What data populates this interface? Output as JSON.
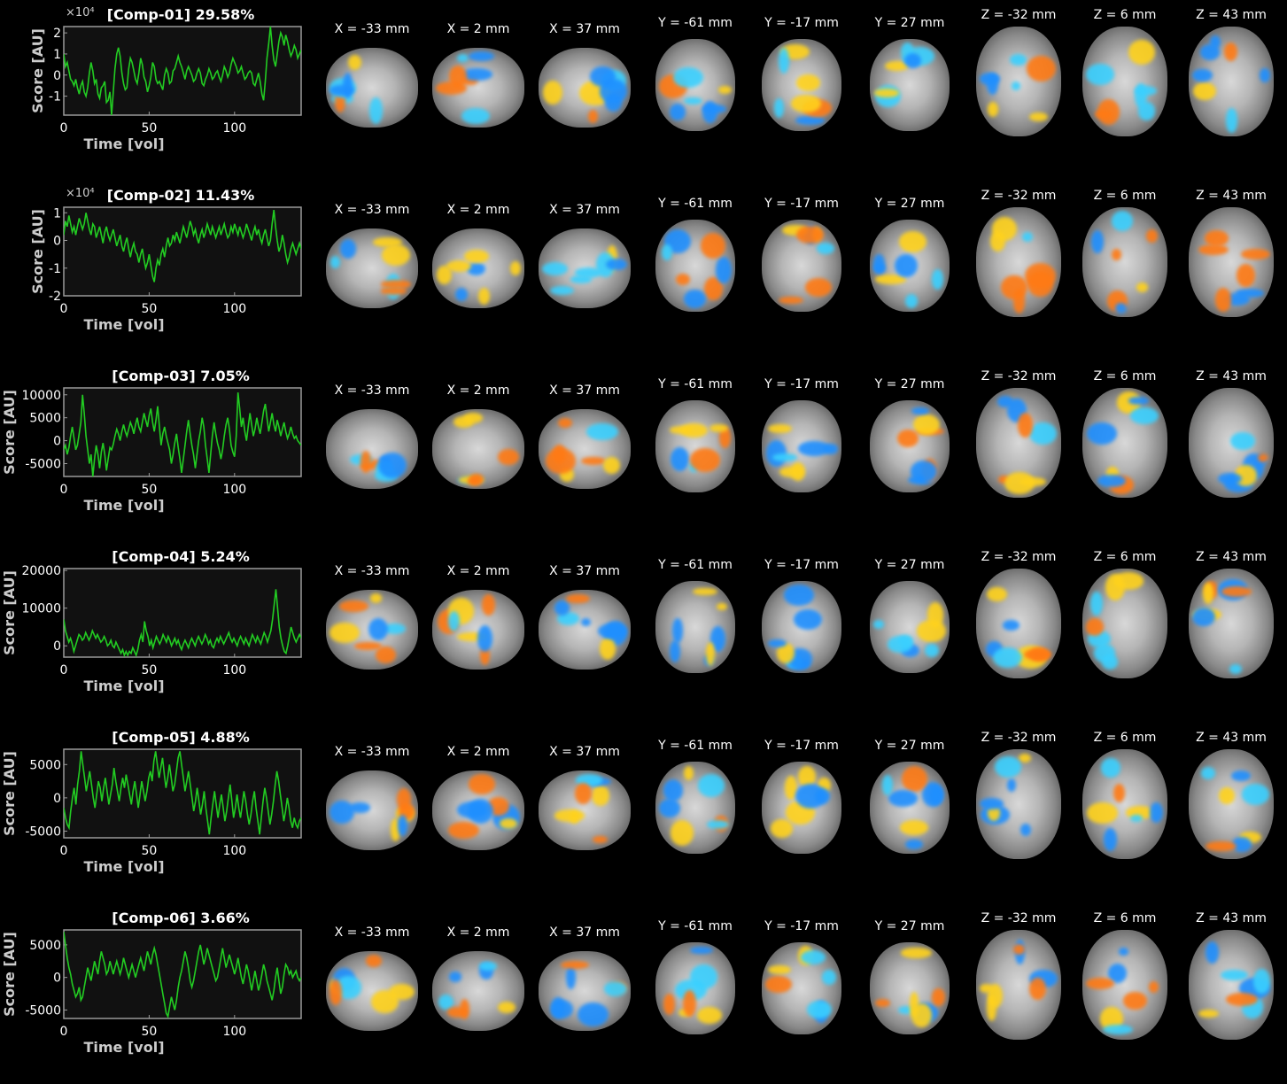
{
  "chart_data": [
    {
      "type": "line",
      "title": "[Comp-01] 29.58%",
      "xlabel": "Time [vol]",
      "ylabel": "Score [AU]",
      "y_exponent_label": "×10⁴",
      "xlim": [
        0,
        139
      ],
      "ylim": [
        -1.9,
        2.3
      ],
      "xticks": [
        0,
        50,
        100
      ],
      "yticks": [
        2,
        1,
        0,
        -1
      ],
      "series_color": "#22cc22",
      "background": "#111111",
      "y": [
        1.0,
        0.4,
        0.6,
        0.2,
        -0.2,
        -0.3,
        -0.5,
        -0.2,
        -0.6,
        -0.9,
        -0.5,
        -0.3,
        -0.8,
        -1.0,
        -0.6,
        0.1,
        0.6,
        0.2,
        -0.4,
        -0.2,
        -0.9,
        -1.1,
        -0.6,
        -0.5,
        -0.3,
        -1.3,
        -1.2,
        -0.8,
        -1.9,
        -0.8,
        0.3,
        1.0,
        1.3,
        0.9,
        0.1,
        -0.4,
        -0.7,
        -0.6,
        0.3,
        0.8,
        0.6,
        0.2,
        -0.2,
        -0.4,
        0.1,
        0.8,
        0.5,
        -0.1,
        -0.3,
        -0.8,
        -0.5,
        -0.1,
        0.6,
        0.4,
        -0.2,
        -0.4,
        -0.3,
        -0.5,
        -0.7,
        0.0,
        0.3,
        0.1,
        -0.4,
        -0.3,
        0.2,
        0.3,
        0.6,
        0.9,
        0.6,
        0.4,
        0.1,
        -0.2,
        0.2,
        0.4,
        0.2,
        0.0,
        -0.3,
        -0.2,
        0.1,
        0.3,
        0.1,
        -0.4,
        -0.5,
        -0.2,
        0.0,
        0.3,
        0.1,
        -0.2,
        -0.1,
        0.1,
        0.2,
        -0.1,
        -0.3,
        0.0,
        0.4,
        0.2,
        -0.1,
        0.1,
        0.5,
        0.8,
        0.6,
        0.4,
        0.1,
        0.2,
        0.4,
        0.1,
        -0.2,
        -0.1,
        0.1,
        0.2,
        0.1,
        -0.4,
        -0.5,
        -0.2,
        0.1,
        -0.3,
        -0.9,
        -1.2,
        -0.3,
        0.8,
        1.5,
        2.3,
        1.4,
        0.7,
        0.4,
        1.0,
        1.6,
        2.0,
        1.8,
        1.4,
        1.9,
        1.6,
        1.2,
        0.9,
        1.1,
        1.4,
        1.2,
        0.8,
        1.0,
        1.2
      ]
    },
    {
      "type": "line",
      "title": "[Comp-02] 11.43%",
      "xlabel": "Time [vol]",
      "ylabel": "Score [AU]",
      "y_exponent_label": "×10⁴",
      "xlim": [
        0,
        139
      ],
      "ylim": [
        -2.0,
        1.2
      ],
      "xticks": [
        0,
        50,
        100
      ],
      "yticks": [
        1,
        0,
        -1,
        -2
      ],
      "series_color": "#22cc22",
      "background": "#111111",
      "y": [
        0.2,
        0.7,
        0.5,
        0.9,
        0.6,
        0.3,
        0.5,
        0.2,
        0.5,
        0.8,
        0.6,
        0.4,
        0.6,
        1.0,
        0.7,
        0.4,
        0.2,
        0.6,
        0.5,
        0.1,
        0.3,
        0.5,
        0.2,
        -0.1,
        0.3,
        0.5,
        0.2,
        0.0,
        0.2,
        0.4,
        0.1,
        -0.2,
        0.0,
        0.2,
        -0.2,
        -0.4,
        -0.1,
        0.1,
        -0.3,
        -0.6,
        -0.3,
        -0.1,
        -0.4,
        -0.5,
        -0.8,
        -0.5,
        -0.3,
        -0.7,
        -1.0,
        -0.8,
        -0.5,
        -0.9,
        -1.3,
        -1.5,
        -1.0,
        -0.7,
        -0.9,
        -0.5,
        -0.3,
        -0.6,
        -0.2,
        0.1,
        -0.2,
        -0.1,
        0.2,
        0.0,
        0.3,
        0.1,
        -0.1,
        0.2,
        0.5,
        0.3,
        0.1,
        0.4,
        0.7,
        0.5,
        0.2,
        0.4,
        0.1,
        -0.1,
        0.2,
        0.4,
        0.1,
        0.3,
        0.6,
        0.4,
        0.2,
        0.5,
        0.3,
        0.1,
        0.3,
        0.5,
        0.2,
        0.4,
        0.6,
        0.3,
        0.1,
        0.2,
        0.5,
        0.3,
        0.6,
        0.4,
        0.2,
        0.5,
        0.3,
        0.1,
        0.3,
        0.6,
        0.4,
        0.2,
        0.0,
        0.3,
        0.5,
        0.2,
        0.4,
        0.1,
        -0.1,
        0.2,
        0.4,
        0.1,
        -0.2,
        0.0,
        0.6,
        1.1,
        0.5,
        0.0,
        -0.4,
        -0.2,
        0.2,
        -0.1,
        -0.5,
        -0.8,
        -0.6,
        -0.3,
        -0.1,
        -0.3,
        -0.5,
        -0.3,
        -0.1,
        -0.3
      ]
    },
    {
      "type": "line",
      "title": "[Comp-03] 7.05%",
      "xlabel": "Time [vol]",
      "ylabel": "Score [AU]",
      "xlim": [
        0,
        139
      ],
      "ylim": [
        -7800,
        11500
      ],
      "xticks": [
        0,
        50,
        100
      ],
      "yticks": [
        10000,
        5000,
        0,
        -5000
      ],
      "series_color": "#22cc22",
      "background": "#111111",
      "y": [
        -2000,
        -1000,
        -3000,
        -1500,
        1000,
        3000,
        500,
        -2000,
        -1000,
        1500,
        4000,
        10000,
        6000,
        1000,
        -2000,
        -5000,
        -3000,
        -7800,
        -4000,
        -1000,
        -3000,
        -6000,
        -2500,
        -500,
        -3000,
        -6500,
        -4000,
        -1500,
        -2000,
        -800,
        1000,
        2500,
        1500,
        0,
        2000,
        3500,
        2000,
        1000,
        2500,
        4000,
        3000,
        1500,
        3500,
        5000,
        3000,
        2000,
        4000,
        6000,
        4500,
        3000,
        5500,
        7000,
        4000,
        2000,
        4500,
        7500,
        3000,
        -1000,
        1500,
        3000,
        1000,
        -500,
        -2000,
        -5000,
        -3000,
        -500,
        1500,
        -1500,
        -4000,
        -7000,
        -4000,
        -1000,
        2000,
        4500,
        1500,
        -1000,
        -3000,
        -6000,
        -3000,
        0,
        2000,
        5000,
        3000,
        -1000,
        -4000,
        -7000,
        -3000,
        1000,
        4000,
        1500,
        -500,
        -2000,
        -4000,
        -2000,
        1000,
        3500,
        5000,
        2500,
        -1000,
        -2500,
        -3500,
        1000,
        10500,
        7000,
        3000,
        5000,
        2000,
        0,
        3000,
        6000,
        3500,
        1000,
        2500,
        5000,
        3000,
        1500,
        4000,
        6500,
        8000,
        5000,
        2000,
        4000,
        6000,
        3500,
        2000,
        4500,
        3000,
        1000,
        2500,
        4000,
        2000,
        500,
        1500,
        3000,
        1500,
        500,
        1000,
        0,
        -500,
        -1000
      ]
    },
    {
      "type": "line",
      "title": "[Comp-04] 5.24%",
      "xlabel": "Time [vol]",
      "ylabel": "Score [AU]",
      "xlim": [
        0,
        139
      ],
      "ylim": [
        -3000,
        20500
      ],
      "xticks": [
        0,
        50,
        100
      ],
      "yticks": [
        20000,
        10000,
        0
      ],
      "series_color": "#22cc22",
      "background": "#111111",
      "y": [
        7000,
        4000,
        2500,
        1000,
        2000,
        500,
        -1500,
        0,
        1500,
        3000,
        2500,
        1500,
        2000,
        3500,
        2500,
        1500,
        2500,
        4000,
        3000,
        2000,
        3000,
        2000,
        1000,
        1500,
        2500,
        1500,
        0,
        500,
        1500,
        0,
        -500,
        1000,
        0,
        -1000,
        -2000,
        -1000,
        -2500,
        -1500,
        -2500,
        -1500,
        -2000,
        -500,
        -1500,
        -2500,
        -1000,
        1500,
        3000,
        1000,
        6500,
        4000,
        2500,
        0,
        1500,
        -500,
        1000,
        2500,
        1500,
        500,
        1500,
        3000,
        2000,
        1000,
        2500,
        1500,
        0,
        1000,
        2000,
        500,
        1500,
        0,
        -1000,
        500,
        1500,
        500,
        -500,
        1000,
        2000,
        1000,
        0,
        1500,
        2500,
        1500,
        500,
        1500,
        3000,
        2000,
        500,
        1500,
        0,
        -500,
        1000,
        2000,
        1000,
        2500,
        1500,
        500,
        1500,
        2500,
        3500,
        2000,
        1000,
        2000,
        1000,
        0,
        1500,
        2500,
        1500,
        500,
        2000,
        1000,
        0,
        1500,
        3000,
        2000,
        1000,
        2500,
        1500,
        500,
        2000,
        3500,
        2500,
        1000,
        2500,
        4000,
        7000,
        11000,
        15000,
        10000,
        5000,
        2000,
        0,
        -1500,
        -2000,
        0,
        2500,
        5000,
        3500,
        2000,
        1000,
        2000,
        3000,
        2000
      ]
    },
    {
      "type": "line",
      "title": "[Comp-05] 4.88%",
      "xlabel": "Time [vol]",
      "ylabel": "Score [AU]",
      "xlim": [
        0,
        139
      ],
      "ylim": [
        -6000,
        7300
      ],
      "xticks": [
        0,
        50,
        100
      ],
      "yticks": [
        5000,
        0,
        -5000
      ],
      "series_color": "#22cc22",
      "background": "#111111",
      "y": [
        -1500,
        -3000,
        -4000,
        -4500,
        -2000,
        0,
        1500,
        -1000,
        2000,
        4000,
        7000,
        5000,
        3000,
        1000,
        2500,
        4000,
        2000,
        0,
        -1500,
        500,
        2500,
        1500,
        -500,
        1500,
        3000,
        1000,
        -1000,
        500,
        2000,
        4500,
        2500,
        1000,
        -500,
        1500,
        3000,
        1500,
        3500,
        2000,
        500,
        -1000,
        1000,
        2500,
        500,
        -1500,
        500,
        2500,
        1000,
        -500,
        1000,
        3000,
        4000,
        2500,
        5500,
        7000,
        5000,
        3000,
        4500,
        6000,
        3500,
        1500,
        3000,
        5000,
        3000,
        1000,
        2000,
        4000,
        6000,
        7000,
        5000,
        3000,
        1000,
        2500,
        4000,
        2000,
        0,
        -2000,
        -500,
        1500,
        -500,
        -2500,
        -1000,
        1000,
        -1500,
        -3500,
        -5500,
        -3000,
        -1000,
        1000,
        -1000,
        -3000,
        -1000,
        500,
        -1500,
        -3500,
        -2000,
        0,
        2000,
        -500,
        -3000,
        -1500,
        500,
        -1500,
        -3000,
        -1000,
        1000,
        -500,
        -2500,
        -4000,
        -2500,
        -500,
        1000,
        -1500,
        -3500,
        -5500,
        -3000,
        -500,
        1500,
        0,
        -2000,
        -4000,
        -2500,
        -500,
        2000,
        4000,
        2500,
        500,
        -1500,
        -3500,
        -2000,
        0,
        -1500,
        -3500,
        -4500,
        -3000,
        -4000,
        -4500,
        -3500,
        -3000
      ]
    },
    {
      "type": "line",
      "title": "[Comp-06] 3.66%",
      "xlabel": "Time [vol]",
      "ylabel": "Score [AU]",
      "xlim": [
        0,
        139
      ],
      "ylim": [
        -6300,
        7300
      ],
      "xticks": [
        0,
        50,
        100
      ],
      "yticks": [
        5000,
        0,
        -5000
      ],
      "series_color": "#22cc22",
      "background": "#111111",
      "y": [
        7000,
        5000,
        3000,
        1500,
        500,
        -1000,
        -2000,
        -3000,
        -2500,
        -1500,
        -3500,
        -3000,
        -1500,
        0,
        1500,
        500,
        -500,
        1000,
        2500,
        1500,
        500,
        2500,
        4000,
        3000,
        2000,
        500,
        1000,
        2500,
        1500,
        500,
        1500,
        2500,
        1500,
        500,
        1500,
        3000,
        2000,
        1000,
        0,
        1000,
        2000,
        1000,
        0,
        1000,
        2000,
        3000,
        2000,
        1000,
        2500,
        4000,
        3000,
        2000,
        3500,
        4500,
        3500,
        2000,
        500,
        -1000,
        -2500,
        -4000,
        -5500,
        -6000,
        -4500,
        -3000,
        -4000,
        -5000,
        -3500,
        -1500,
        0,
        1000,
        2500,
        4000,
        3000,
        1500,
        -500,
        -1500,
        -500,
        1000,
        2500,
        4000,
        5000,
        3500,
        2000,
        3000,
        4500,
        3500,
        2500,
        1500,
        500,
        -500,
        0,
        1500,
        3000,
        4500,
        3000,
        1500,
        2500,
        3500,
        2500,
        1500,
        500,
        1500,
        3000,
        1500,
        0,
        -1000,
        500,
        2000,
        1000,
        -500,
        -2000,
        -500,
        1000,
        -500,
        -2000,
        -1000,
        500,
        2000,
        1000,
        -500,
        -1500,
        -2500,
        -3500,
        -2000,
        0,
        1500,
        -500,
        -2500,
        -1500,
        500,
        2000,
        1500,
        500,
        1000,
        0,
        500,
        1000,
        0,
        -500,
        0
      ]
    }
  ],
  "slice_labels": [
    "X = -33 mm",
    "X = 2 mm",
    "X = 37 mm",
    "Y = -61 mm",
    "Y = -17 mm",
    "Y = 27 mm",
    "Z = -32 mm",
    "Z = 6 mm",
    "Z = 43 mm"
  ],
  "colors": {
    "background": "#000000",
    "plot_background": "#111111",
    "trace": "#22cc22",
    "negative_map": "#1e8fff",
    "negative_map_light": "#3ad0ff",
    "positive_map": "#ff7a14",
    "positive_map_light": "#ffd21c"
  }
}
